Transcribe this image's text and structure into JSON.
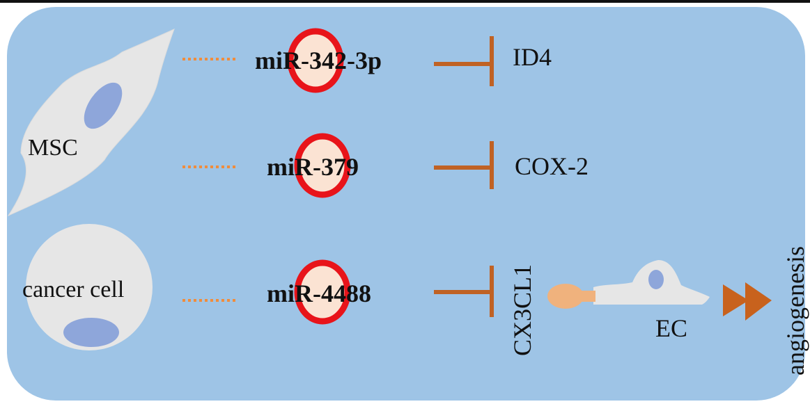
{
  "diagram": {
    "sources": {
      "msc_label": "MSC",
      "cancer_label": "cancer cell"
    },
    "pathways": [
      {
        "mirna": "miR-342-3p",
        "target": "ID4"
      },
      {
        "mirna": "miR-379",
        "target": "COX-2"
      },
      {
        "mirna": "miR-4488",
        "target": "CX3CL1"
      }
    ],
    "ec_label": "EC",
    "outcome": "angiogenesis"
  },
  "colors": {
    "panel": "#9ec4e6",
    "cell_fill": "#e6e6e6",
    "nucleus": "#8ea6da",
    "dotted_arrow": "#f08c3c",
    "inhibition": "#c06224",
    "mirna_ring": "#e8141a",
    "mirna_fill": "#fbe3d3",
    "ligand": "#f0b27d",
    "outcome_arrow": "#c8621d"
  },
  "icons": [
    "msc-cell-icon",
    "cancer-cell-icon",
    "endothelial-cell-icon",
    "inhibition-symbol-icon",
    "mirna-circle-icon",
    "double-arrow-icon"
  ]
}
